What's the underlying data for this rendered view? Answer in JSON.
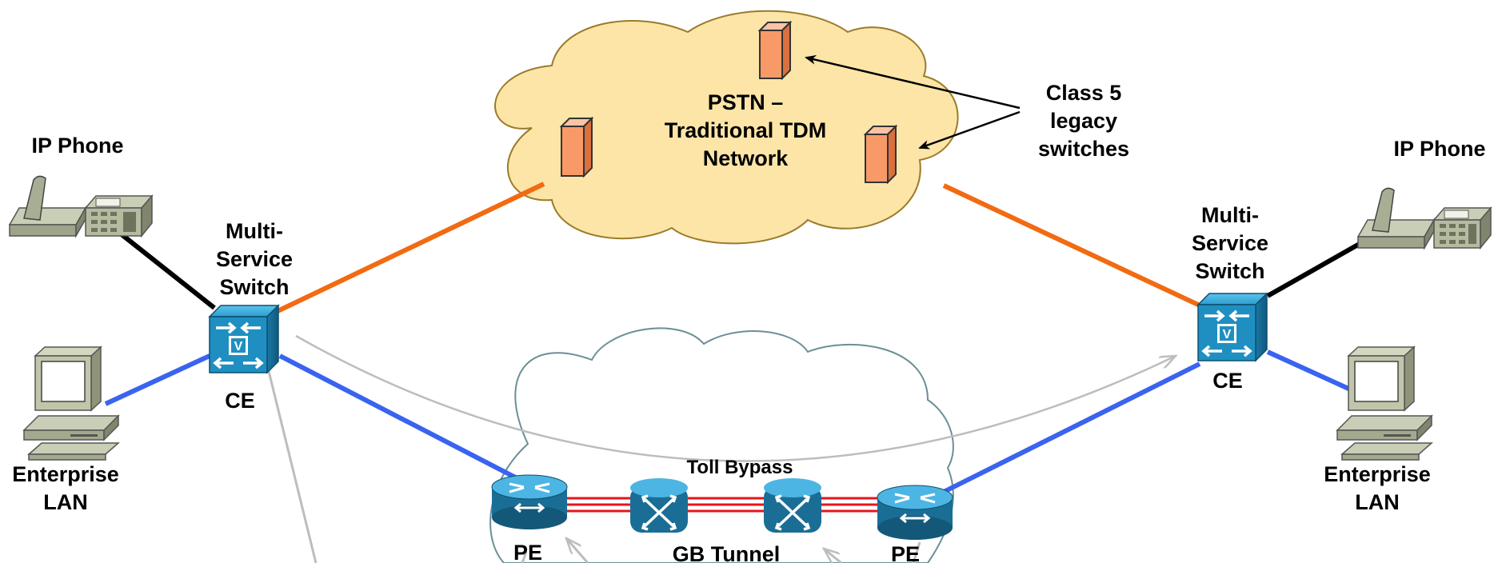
{
  "pstn": {
    "line1": "PSTN –",
    "line2": "Traditional TDM",
    "line3": "Network"
  },
  "class5": {
    "line1": "Class 5",
    "line2": "legacy",
    "line3": "switches"
  },
  "left_site": {
    "phone_label": "IP Phone",
    "switch_line1": "Multi-",
    "switch_line2": "Service",
    "switch_line3": "Switch",
    "ce_label": "CE",
    "lan_line1": "Enterprise",
    "lan_line2": "LAN"
  },
  "right_site": {
    "phone_label": "IP Phone",
    "switch_line1": "Multi-",
    "switch_line2": "Service",
    "switch_line3": "Switch",
    "ce_label": "CE",
    "lan_line1": "Enterprise",
    "lan_line2": "LAN"
  },
  "core": {
    "toll_bypass": "Toll Bypass",
    "tunnel": "GB Tunnel",
    "pe_left": "PE",
    "pe_right": "PE"
  },
  "colors": {
    "pstn_cloud_fill": "#fce5a7",
    "pstn_cloud_stroke": "#9b7b2a",
    "tdm_link": "#f26a12",
    "ip_link": "#3a63f0",
    "phone_link": "#000000",
    "switch_blue": "#1f8fc1",
    "legacy_switch": "#f79a68",
    "tunnel_red": "#e8141c",
    "flow_gray": "#bdbdbd"
  },
  "icons": {
    "legacy_switch": "legacy-switch-icon",
    "multiservice_switch": "multiservice-switch-icon",
    "router": "router-icon",
    "atm_switch": "atm-switch-icon",
    "ip_phone": "ip-phone-icon",
    "workstation": "workstation-icon"
  }
}
